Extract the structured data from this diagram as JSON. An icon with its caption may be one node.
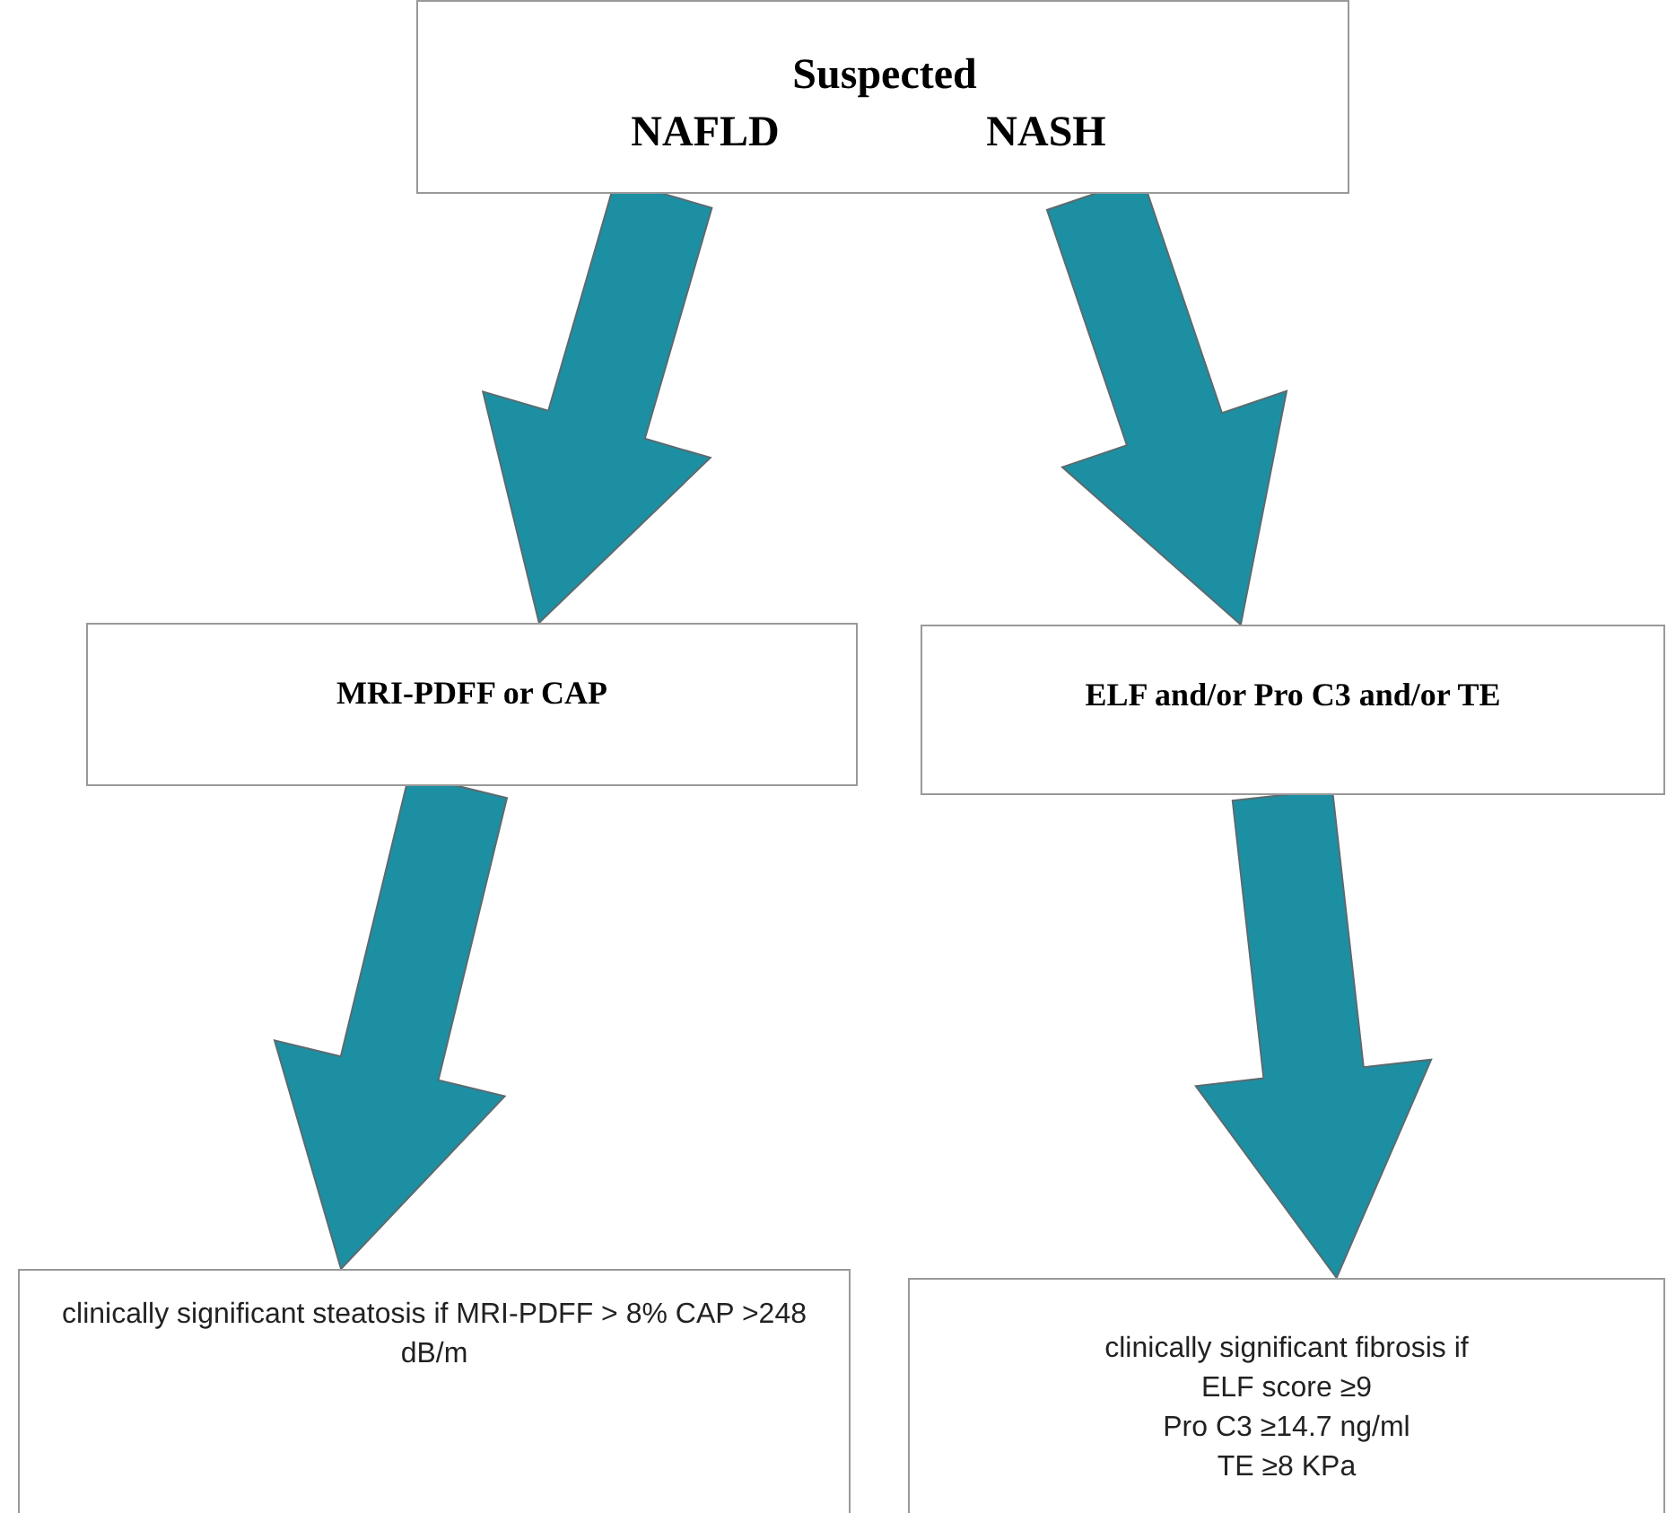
{
  "diagram": {
    "nodes": [
      {
        "text": [
          "Suspected",
          "NAFLD",
          "NASH"
        ]
      },
      {
        "text": [
          "MRI-PDFF or CAP"
        ]
      },
      {
        "text": [
          "ELF and/or Pro C3 and/or TE"
        ]
      },
      {
        "text": [
          "clinically significant steatosis if MRI-PDFF > 8% CAP >248 dB/m"
        ]
      },
      {
        "text": [
          "clinically significant fibrosis if",
          "ELF score ≥9",
          "Pro C3 ≥14.7 ng/ml",
          "TE ≥8 KPa"
        ]
      }
    ],
    "edges": [
      {
        "from": 0,
        "to": 1,
        "arrow": "to"
      },
      {
        "from": 0,
        "to": 2,
        "arrow": "to"
      },
      {
        "from": 1,
        "to": 3,
        "arrow": "to"
      },
      {
        "from": 2,
        "to": 4,
        "arrow": "to"
      }
    ]
  }
}
